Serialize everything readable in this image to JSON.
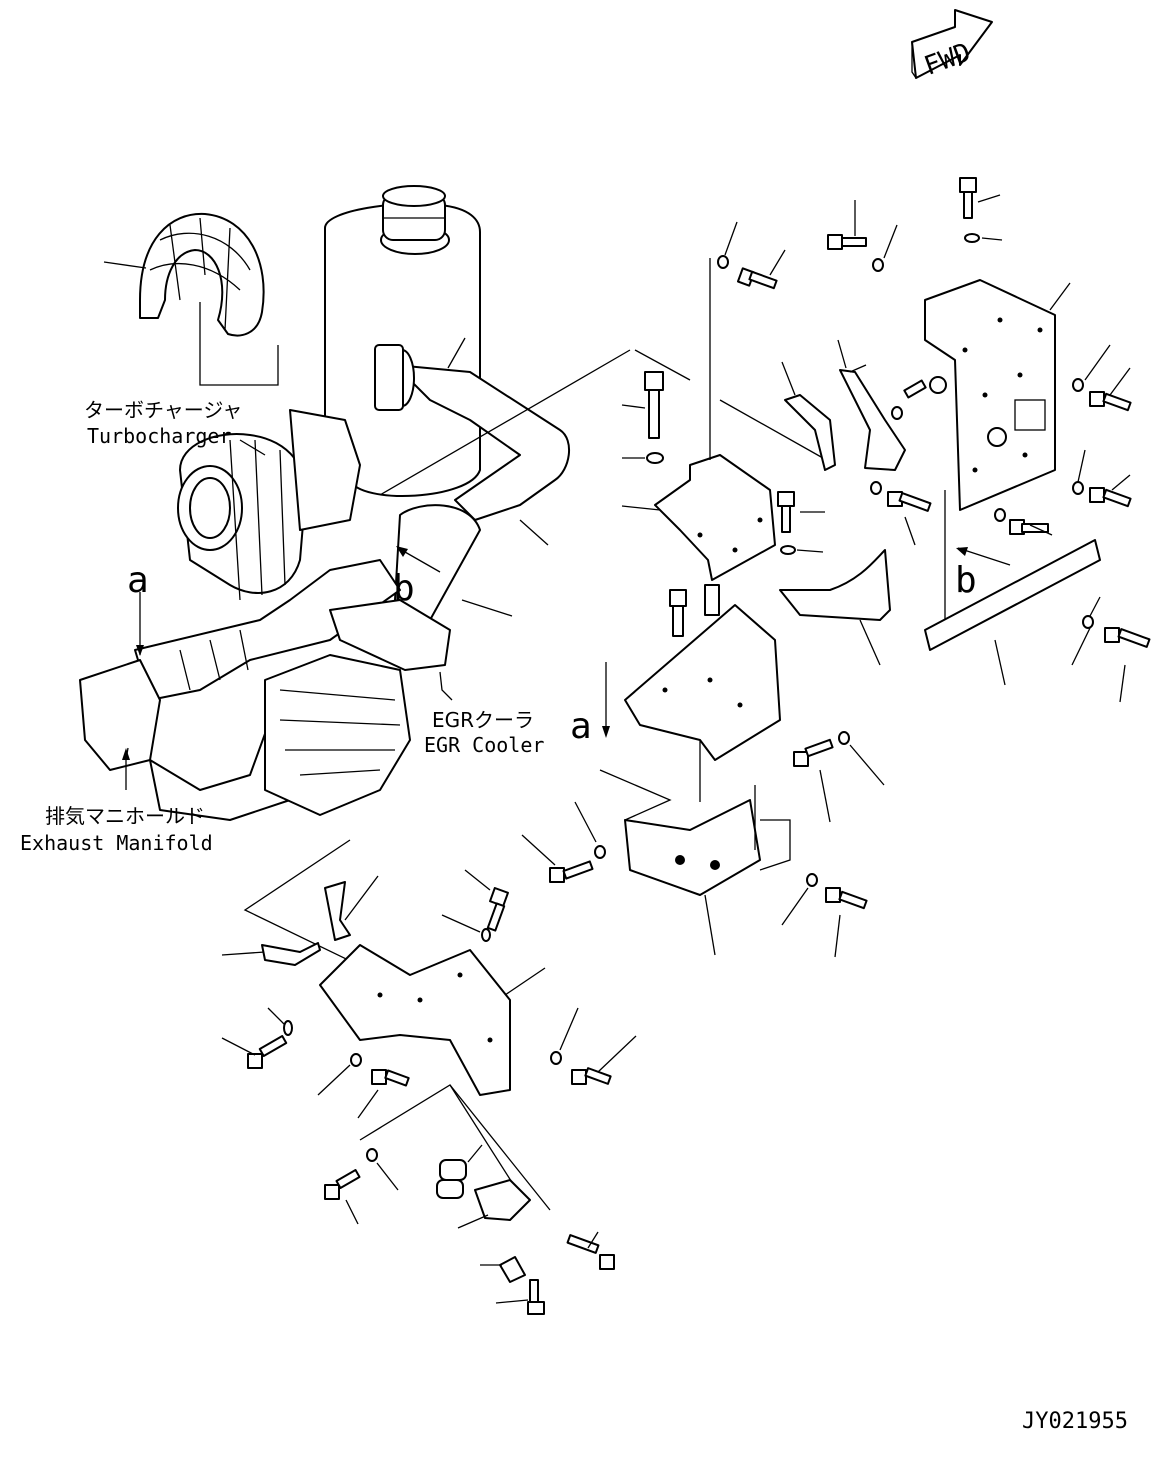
{
  "labels": {
    "fwd": "FWD",
    "turbocharger_jp": "ターボチャージャ",
    "turbocharger_en": "Turbocharger",
    "egr_cooler_jp": "EGRクーラ",
    "egr_cooler_en": "EGR Cooler",
    "exhaust_manifold_jp": "排気マニホールド",
    "exhaust_manifold_en": "Exhaust Manifold",
    "view_a_left": "a",
    "view_a_right": "a",
    "view_b_center": "b",
    "view_b_right": "b",
    "drawing_number": "JY021955"
  }
}
